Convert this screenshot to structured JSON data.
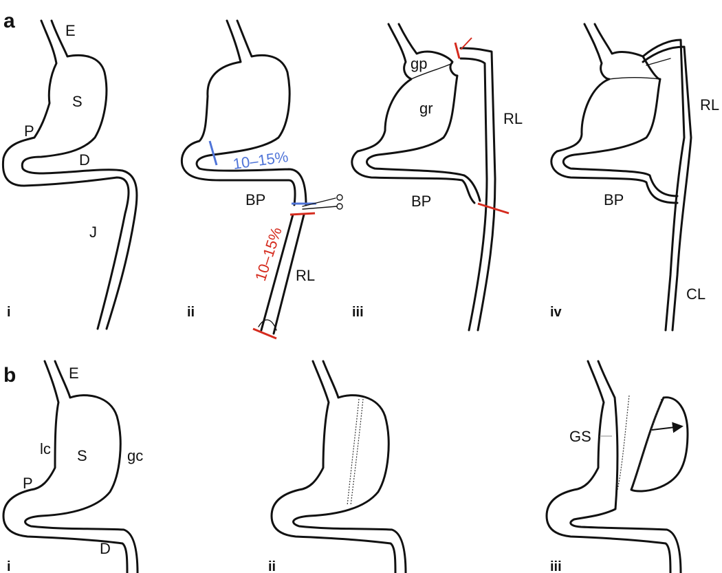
{
  "panels": {
    "a": {
      "letter": "a",
      "i": {
        "numeral": "i",
        "labels": [
          "E",
          "S",
          "P",
          "D",
          "J"
        ]
      },
      "ii": {
        "numeral": "ii",
        "labels": [
          "BP",
          "RL"
        ],
        "blue_pct": "10–15%",
        "red_pct": "10–15%"
      },
      "iii": {
        "numeral": "iii",
        "labels": [
          "gp",
          "gr",
          "RL",
          "BP"
        ]
      },
      "iv": {
        "numeral": "iv",
        "labels": [
          "RL",
          "BP",
          "CL"
        ]
      }
    },
    "b": {
      "letter": "b",
      "i": {
        "numeral": "i",
        "labels": [
          "E",
          "lc",
          "S",
          "gc",
          "P",
          "D"
        ]
      },
      "ii": {
        "numeral": "ii"
      },
      "iii": {
        "numeral": "iii",
        "labels": [
          "GS"
        ]
      }
    }
  },
  "colors": {
    "outline": "#111111",
    "blue": "#4f74d8",
    "red": "#d52b1e"
  }
}
